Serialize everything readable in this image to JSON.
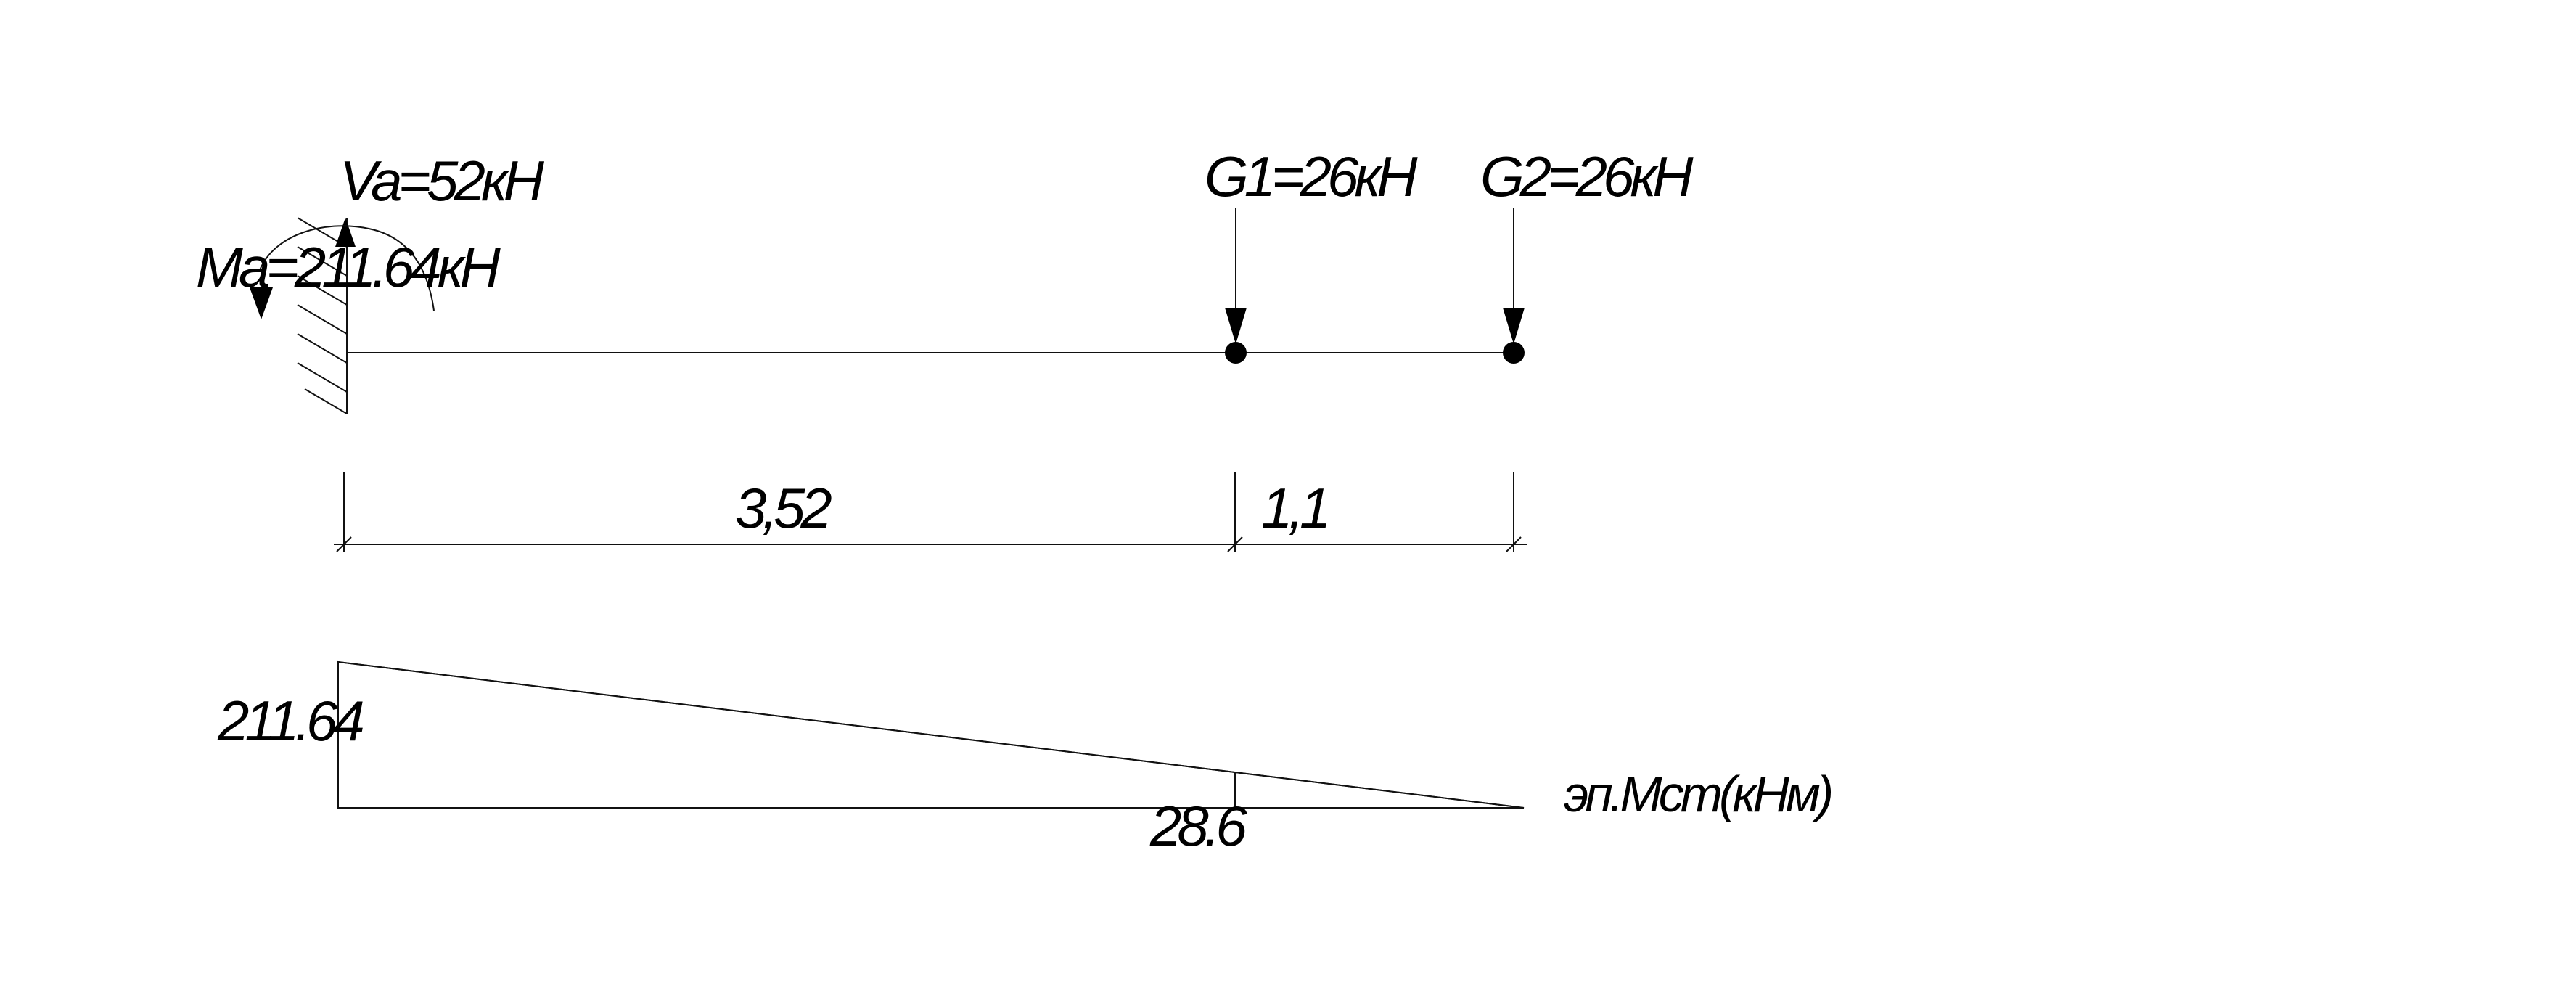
{
  "loads": {
    "reaction_v": "Va=52кН",
    "reaction_m": "Ma=211.64кН",
    "g1": "G1=26кН",
    "g2": "G2=26кН"
  },
  "dimensions": {
    "span1": "3,52",
    "span2": "1,1"
  },
  "moment_diagram": {
    "title": "эп.Мст(кНм)",
    "value_support": "211.64",
    "value_g1": "28.6"
  }
}
